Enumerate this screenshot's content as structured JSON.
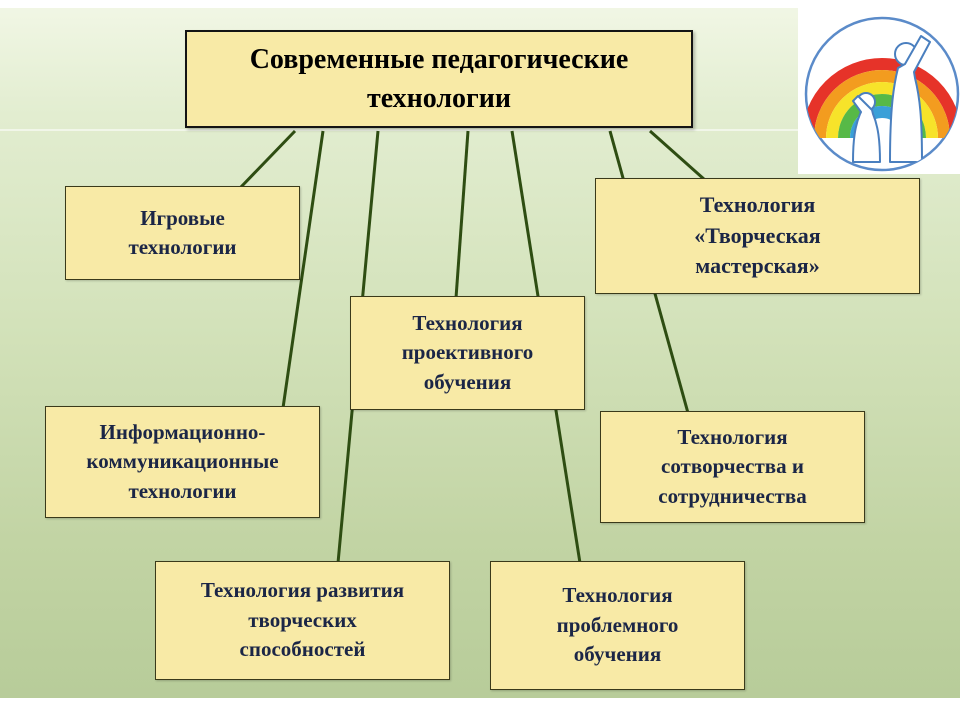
{
  "title": "Современные педагогические технологии",
  "nodes": [
    {
      "id": "igrovye",
      "label": "Игровые технологии"
    },
    {
      "id": "masterskaya",
      "label": "Технология «Творческая мастерская»"
    },
    {
      "id": "proektivnoe",
      "label": "Технология проективного обучения"
    },
    {
      "id": "ikt",
      "label": "Информационно-коммуникационные технологии"
    },
    {
      "id": "sotvorchestvo",
      "label": "Технология сотворчества и сотрудничества"
    },
    {
      "id": "razvitie",
      "label": "Технология развития творческих способностей"
    },
    {
      "id": "problemnoe",
      "label": "Технология проблемного обучения"
    }
  ],
  "icons": {
    "logo": "rainbow-family-logo"
  },
  "colors": {
    "box_fill": "#f8eaa6",
    "box_border": "#3a3a1a",
    "connector_line": "#2e4d12",
    "node_text": "#1b2646",
    "title_text": "#000000",
    "background_top": "#f2f7e6",
    "background_bottom": "#b6cb98",
    "rainbow": [
      "#e63329",
      "#f39c1f",
      "#f7e32a",
      "#57b947",
      "#3aa0d8"
    ]
  }
}
